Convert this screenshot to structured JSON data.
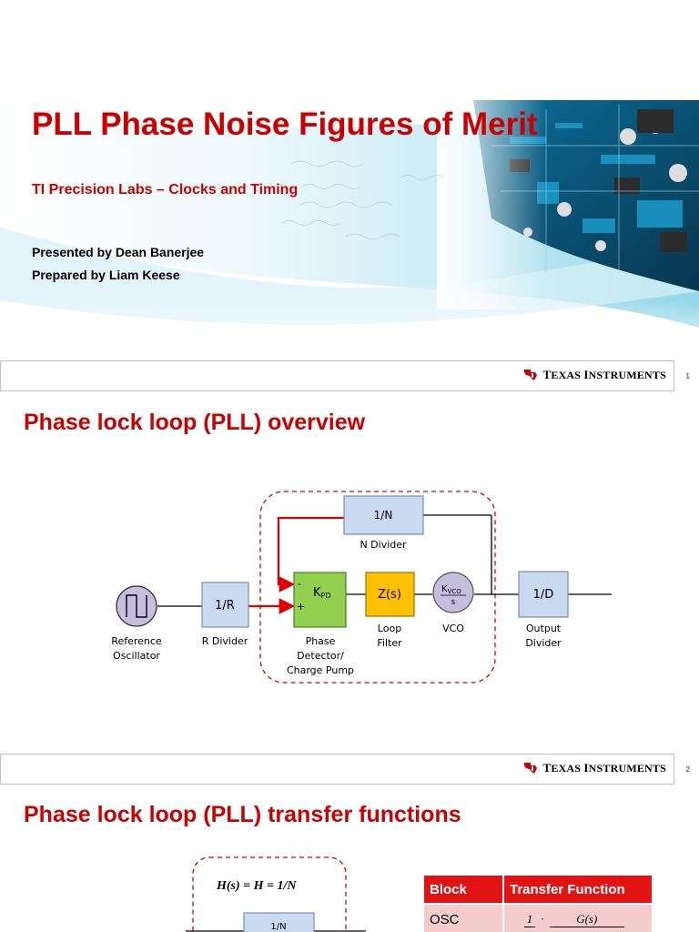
{
  "slide1": {
    "title": "PLL Phase Noise Figures of Merit",
    "subtitle": "TI Precision Labs – Clocks and Timing",
    "presenter": "Presented by Dean Banerjee",
    "preparer": "Prepared by Liam Keese",
    "page_number": "1"
  },
  "brand": {
    "word1_big": "T",
    "word1_rest": "EXAS ",
    "word2_big": "I",
    "word2_rest": "NSTRUMENTS",
    "accent": "#cc0000"
  },
  "slide2": {
    "title": "Phase lock loop (PLL) overview",
    "page_number": "2",
    "blocks": {
      "n_divider": "1/N",
      "n_divider_caption": "N Divider",
      "r_divider": "1/R",
      "r_divider_caption": "R Divider",
      "ref_osc_caption_1": "Reference",
      "ref_osc_caption_2": "Oscillator",
      "phase_detector_k": "K",
      "phase_detector_sub": "PD",
      "phase_detector_minus": "-",
      "phase_detector_plus": "+",
      "pd_caption_1": "Phase",
      "pd_caption_2": "Detector/",
      "pd_caption_3": "Charge Pump",
      "loop_filter": "Z(s)",
      "loop_filter_caption_1": "Loop",
      "loop_filter_caption_2": "Filter",
      "vco_k": "K",
      "vco_sub": "VCO",
      "vco_den": "s",
      "vco_caption": "VCO",
      "output_divider": "1/D",
      "output_divider_caption_1": "Output",
      "output_divider_caption_2": "Divider"
    },
    "colors": {
      "divider_fill": "#c9d9f0",
      "pd_fill": "#92d050",
      "lf_fill": "#ffc000",
      "vco_fill": "#c6bedf",
      "osc_fill": "#c6bedf",
      "highlight": "#e00000"
    }
  },
  "slide3": {
    "title": "Phase lock loop (PLL) transfer functions",
    "equation": "H(s) = H = 1/N",
    "n_divider": "1/N",
    "table": {
      "headers": [
        "Block",
        "Transfer Function"
      ],
      "rows": [
        {
          "block": "OSC",
          "fn_num_left": "1",
          "fn_num_right": "G(s)"
        }
      ]
    }
  }
}
